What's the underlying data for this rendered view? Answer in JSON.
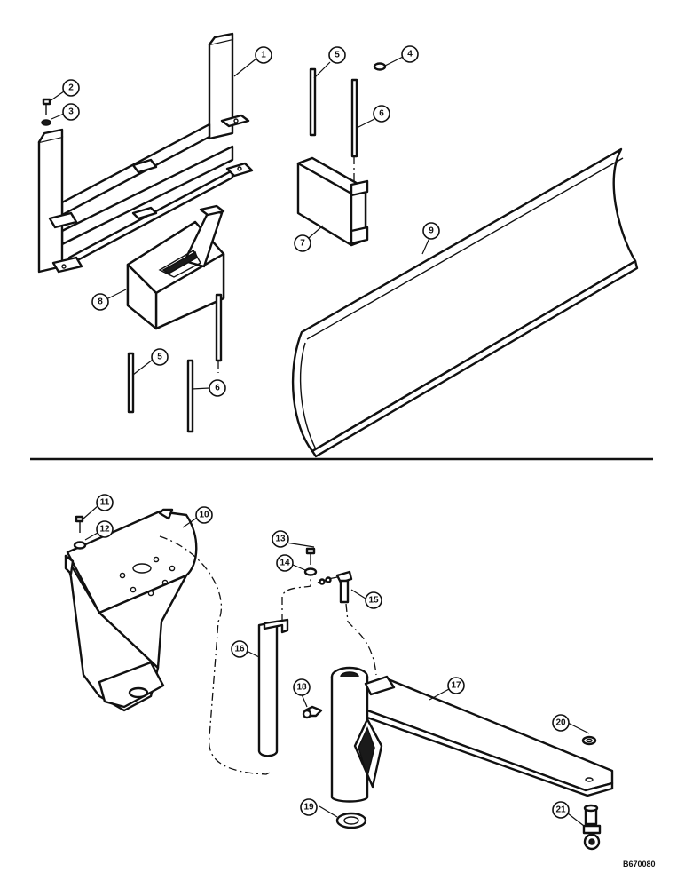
{
  "callouts": {
    "c1": "1",
    "c2": "2",
    "c3": "3",
    "c4": "4",
    "c5a": "5",
    "c6a": "6",
    "c7": "7",
    "c8": "8",
    "c9": "9",
    "c5b": "5",
    "c6b": "6",
    "c10": "10",
    "c11": "11",
    "c12": "12",
    "c13": "13",
    "c14": "14",
    "c15": "15",
    "c16": "16",
    "c17": "17",
    "c18": "18",
    "c19": "19",
    "c20": "20",
    "c21": "21"
  },
  "reference_code": "B670080",
  "colors": {
    "line": "#111111",
    "paper": "#ffffff"
  }
}
